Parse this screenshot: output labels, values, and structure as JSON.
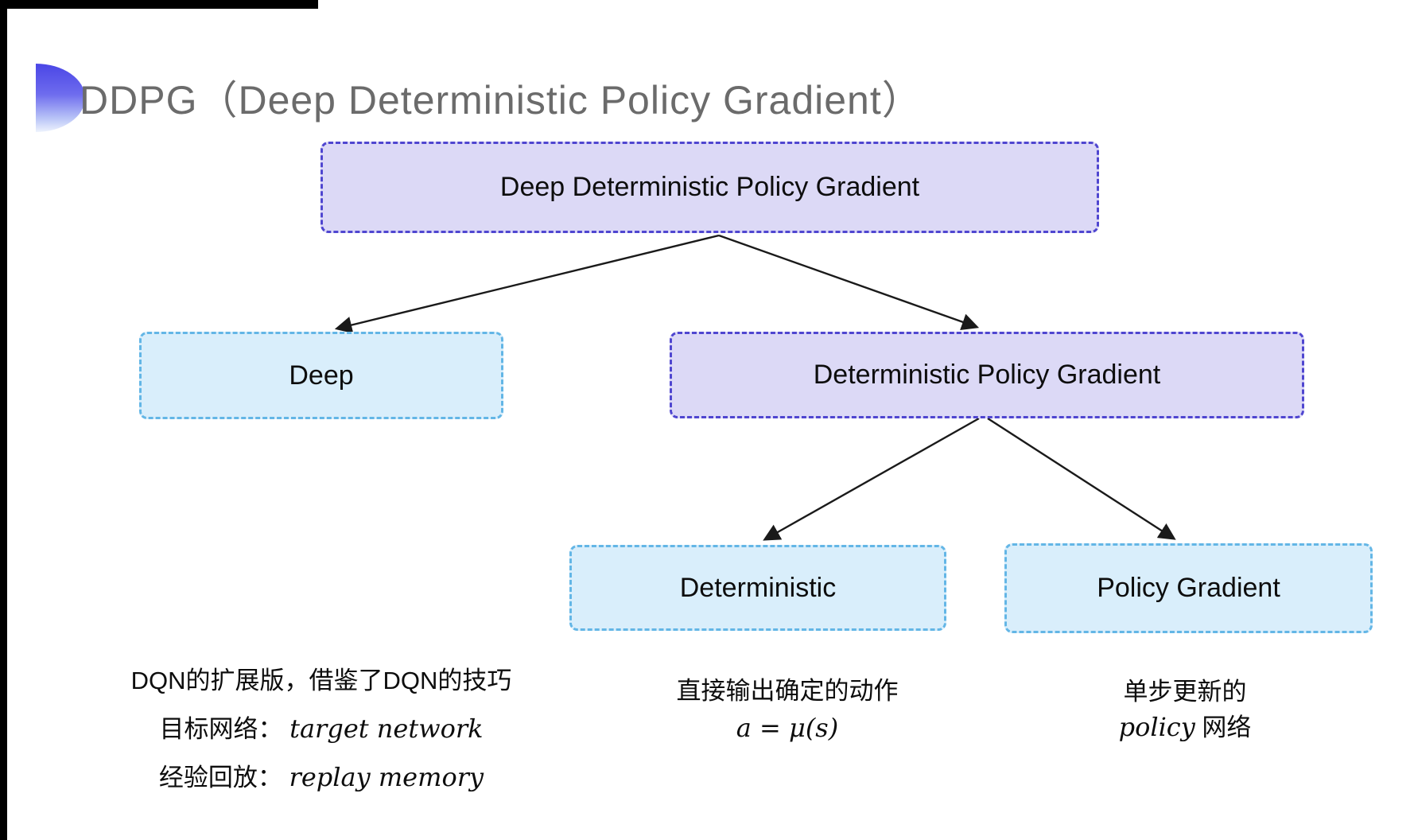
{
  "page": {
    "title": "DDPG（Deep Deterministic Policy Gradient）"
  },
  "tree": {
    "root": {
      "label": "Deep Deterministic Policy Gradient"
    },
    "level2": [
      {
        "id": "deep",
        "label": "Deep"
      },
      {
        "id": "dpg",
        "label": "Deterministic Policy Gradient"
      }
    ],
    "level3": [
      {
        "id": "deterministic",
        "label": "Deterministic"
      },
      {
        "id": "policy-gradient",
        "label": "Policy Gradient"
      }
    ]
  },
  "notes": {
    "deep": {
      "line1": "DQN的扩展版，借鉴了DQN的技巧",
      "line2_label": "目标网络：",
      "line2_value": "target network",
      "line3_label": "经验回放：",
      "line3_value": "replay memory"
    },
    "deterministic": {
      "line1": "直接输出确定的动作",
      "formula": "a = μ(s)"
    },
    "policy_gradient": {
      "line1": "单步更新的",
      "line2_italic": "policy",
      "line2_rest": " 网络"
    }
  },
  "colors": {
    "purple_fill": "#dcd9f6",
    "purple_border": "#4f46d0",
    "cyan_fill": "#d9eefb",
    "cyan_border": "#63b6e6",
    "title_gray": "#6b6b6b",
    "arrow": "#1a1a1a"
  }
}
